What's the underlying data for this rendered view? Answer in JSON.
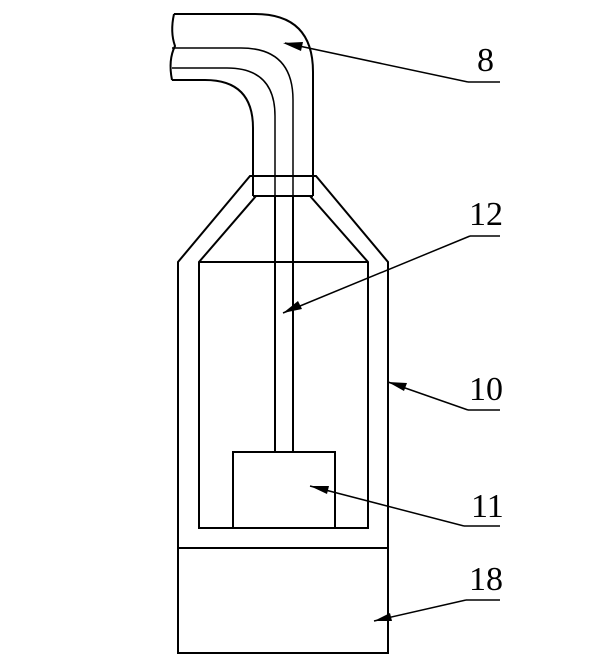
{
  "labels": {
    "l8": "8",
    "l12": "12",
    "l10": "10",
    "l11": "11",
    "l18": "18"
  }
}
